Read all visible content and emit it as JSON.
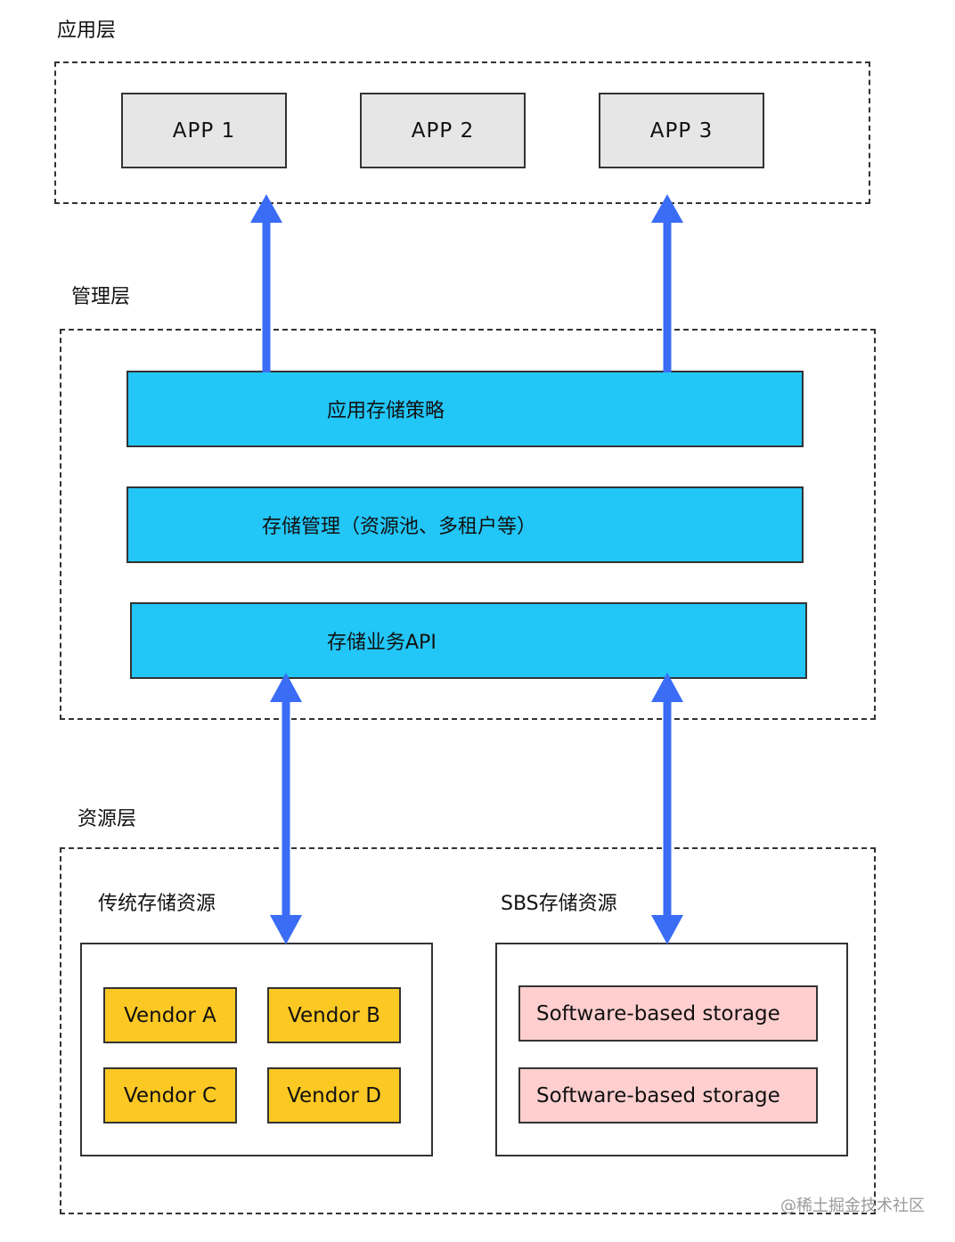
{
  "layers": {
    "app": {
      "label": "应用层",
      "apps": [
        "APP 1",
        "APP 2",
        "APP 3"
      ]
    },
    "management": {
      "label": "管理层",
      "bars": [
        "应用存储策略",
        "存储管理（资源池、多租户等）",
        "存储业务API"
      ]
    },
    "resource": {
      "label": "资源层",
      "traditional": {
        "label": "传统存储资源",
        "vendors": [
          "Vendor A",
          "Vendor B",
          "Vendor C",
          "Vendor D"
        ]
      },
      "sbs": {
        "label": "SBS存储资源",
        "items": [
          "Software-based storage",
          "Software-based storage"
        ]
      }
    }
  },
  "colors": {
    "app_box": "#e6e6e6",
    "management_bar": "#22c6f7",
    "vendor_box": "#fcc823",
    "sbs_box": "#ffcfcf",
    "arrow": "#3a6cf6"
  },
  "watermark": "@稀土掘金技术社区"
}
